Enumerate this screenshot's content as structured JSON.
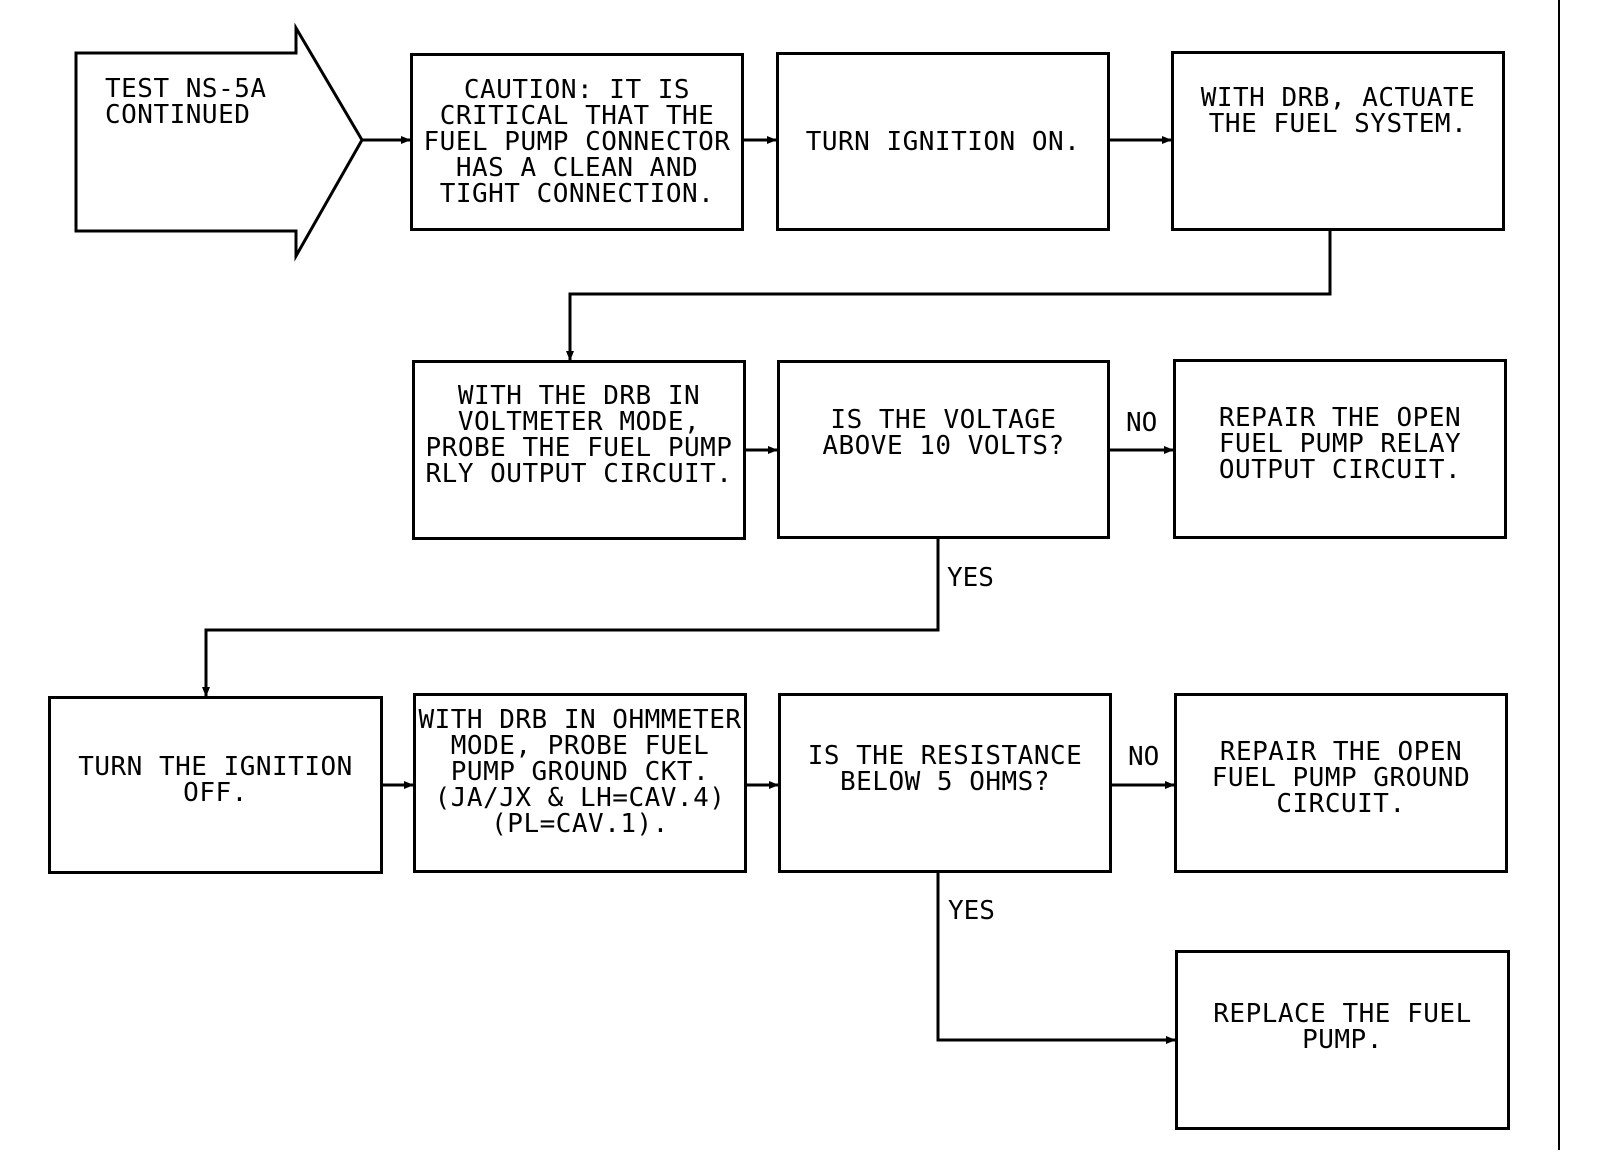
{
  "start": {
    "text": "TEST NS-5A\nCONTINUED"
  },
  "steps": {
    "caution": "CAUTION: IT IS\nCRITICAL THAT THE\nFUEL PUMP CONNECTOR\nHAS A CLEAN AND\nTIGHT CONNECTION.",
    "ignition_on": "TURN IGNITION ON.",
    "actuate": "WITH DRB, ACTUATE\nTHE FUEL SYSTEM.",
    "voltmeter": "WITH THE DRB IN\nVOLTMETER MODE,\nPROBE THE FUEL PUMP\nRLY OUTPUT CIRCUIT.",
    "voltage_q": "IS THE VOLTAGE\nABOVE 10 VOLTS?",
    "repair_relay": "REPAIR THE OPEN\nFUEL PUMP RELAY\nOUTPUT CIRCUIT.",
    "ignition_off": "TURN THE IGNITION\nOFF.",
    "ohmmeter": "WITH DRB IN OHMMETER\nMODE, PROBE FUEL\nPUMP GROUND CKT.\n(JA/JX & LH=CAV.4)\n(PL=CAV.1).",
    "resistance_q": "IS THE RESISTANCE\nBELOW 5 OHMS?",
    "repair_ground": "REPAIR THE OPEN\nFUEL PUMP GROUND\nCIRCUIT.",
    "replace": "REPLACE THE FUEL\nPUMP."
  },
  "labels": {
    "no": "NO",
    "yes": "YES"
  }
}
